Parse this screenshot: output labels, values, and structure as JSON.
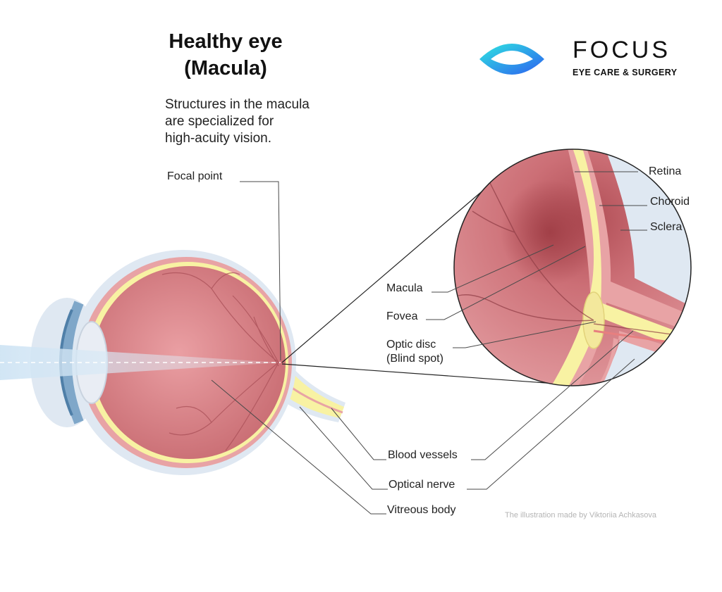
{
  "title": {
    "line1": "Healthy eye",
    "line2": "(Macula)"
  },
  "subtitle": {
    "line1": "Structures in the macula",
    "line2": "are specialized for",
    "line3": "high-acuity vision."
  },
  "brand": {
    "name": "FOCUS",
    "tagline": "EYE CARE & SURGERY",
    "logo_icon": "eye-logo-icon",
    "colors": {
      "cyan": "#2ee6e0",
      "blue": "#2d5ff0"
    }
  },
  "labels": {
    "focal_point": "Focal point",
    "retina": "Retina",
    "choroid": "Choroid",
    "sclera": "Sclera",
    "macula": "Macula",
    "fovea": "Fovea",
    "optic_disc_line1": "Optic disc",
    "optic_disc_line2": "(Blind spot)",
    "blood_vessels": "Blood vessels",
    "optical_nerve": "Optical nerve",
    "vitreous_body": "Vitreous body"
  },
  "credit": "The illustration made by Viktoriia Achkasova",
  "colors": {
    "sclera": "#dfe8f2",
    "choroid": "#e8a3a5",
    "retina": "#f8f2a3",
    "vitreous": "#c76a70",
    "lens": "#e9edf4",
    "cornea": "#7fa7c9",
    "leader_lines": "#4a4a4a"
  }
}
